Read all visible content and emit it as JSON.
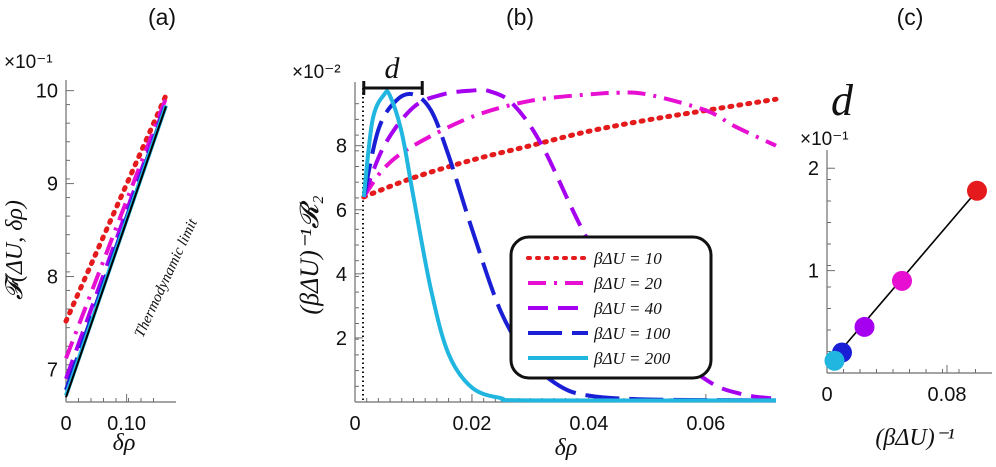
{
  "panels": {
    "a": "(a)",
    "b": "(b)",
    "c": "(c)"
  },
  "chart_data": [
    {
      "type": "line",
      "panel": "(a)",
      "exponent": "×10⁻¹",
      "xlabel": "δρ",
      "ylabel": "𝓕(ΔU, δρ)",
      "xlim": [
        0,
        0.165
      ],
      "ylim": [
        6.65,
        10.05
      ],
      "xticks": [
        {
          "v": 0,
          "label": "0"
        },
        {
          "v": 0.1,
          "label": "0.10"
        }
      ],
      "yticks": [
        {
          "v": 7,
          "label": "7"
        },
        {
          "v": 8,
          "label": "8"
        },
        {
          "v": 9,
          "label": "9"
        },
        {
          "v": 10,
          "label": "10"
        }
      ],
      "annotation": "Thermodynamic limit",
      "series": [
        {
          "name": "βΔU = 10",
          "color": "#e41a1c",
          "dash": "dot",
          "x": [
            0,
            0.165
          ],
          "y": [
            7.52,
            9.95
          ]
        },
        {
          "name": "βΔU = 20",
          "color": "#e60fd2",
          "dash": "dashdot",
          "x": [
            0,
            0.165
          ],
          "y": [
            7.12,
            9.92
          ]
        },
        {
          "name": "βΔU = 40",
          "color": "#a500f0",
          "dash": "dash",
          "x": [
            0,
            0.165
          ],
          "y": [
            6.9,
            9.88
          ]
        },
        {
          "name": "βΔU = 100",
          "color": "#1a1fd6",
          "dash": "longdash",
          "x": [
            0,
            0.165
          ],
          "y": [
            6.78,
            9.85
          ]
        },
        {
          "name": "βΔU = 200",
          "color": "#20b6e0",
          "dash": "solid",
          "x": [
            0,
            0.165
          ],
          "y": [
            6.72,
            9.84
          ]
        },
        {
          "name": "Thermodynamic limit",
          "color": "#000000",
          "dash": "solid",
          "x": [
            0,
            0.165
          ],
          "y": [
            6.7,
            9.83
          ]
        }
      ]
    },
    {
      "type": "line",
      "panel": "(b)",
      "exponent": "×10⁻²",
      "xlabel": "δρ",
      "ylabel": "(βΔU)⁻¹𝓡₂",
      "xlim": [
        0,
        0.072
      ],
      "ylim": [
        0,
        9.8
      ],
      "xticks": [
        {
          "v": 0,
          "label": "0"
        },
        {
          "v": 0.02,
          "label": "0.02"
        },
        {
          "v": 0.04,
          "label": "0.04"
        },
        {
          "v": 0.06,
          "label": "0.06"
        }
      ],
      "yticks": [
        {
          "v": 2,
          "label": "2"
        },
        {
          "v": 4,
          "label": "4"
        },
        {
          "v": 6,
          "label": "6"
        },
        {
          "v": 8,
          "label": "8"
        }
      ],
      "annotation": "d",
      "d_range": [
        0.0015,
        0.0115
      ],
      "legend": "center-right",
      "series": [
        {
          "name": "βΔU = 10",
          "color": "#e41a1c",
          "dash": "dot",
          "x": [
            0.0015,
            0.01,
            0.02,
            0.03,
            0.04,
            0.05,
            0.06,
            0.072
          ],
          "y": [
            6.4,
            7.0,
            7.55,
            8.0,
            8.45,
            8.8,
            9.1,
            9.45
          ]
        },
        {
          "name": "βΔU = 20",
          "color": "#e60fd2",
          "dash": "dashdot",
          "x": [
            0.0015,
            0.005,
            0.01,
            0.02,
            0.03,
            0.04,
            0.045,
            0.05,
            0.06,
            0.065,
            0.072
          ],
          "y": [
            6.4,
            7.3,
            8.0,
            8.9,
            9.4,
            9.6,
            9.65,
            9.6,
            9.1,
            8.6,
            8.0
          ]
        },
        {
          "name": "βΔU = 40",
          "color": "#a500f0",
          "dash": "dash",
          "x": [
            0.0015,
            0.005,
            0.01,
            0.015,
            0.02,
            0.023,
            0.027,
            0.032,
            0.04,
            0.05,
            0.06,
            0.066,
            0.072
          ],
          "y": [
            6.4,
            8.0,
            9.2,
            9.6,
            9.72,
            9.7,
            9.3,
            8.0,
            5.0,
            2.2,
            0.7,
            0.25,
            0.1
          ]
        },
        {
          "name": "βΔU = 100",
          "color": "#1a1fd6",
          "dash": "longdash",
          "x": [
            0.0015,
            0.004,
            0.007,
            0.01,
            0.013,
            0.016,
            0.02,
            0.025,
            0.03,
            0.035,
            0.04,
            0.05,
            0.072
          ],
          "y": [
            6.4,
            8.5,
            9.4,
            9.6,
            9.1,
            7.7,
            5.4,
            2.8,
            1.3,
            0.5,
            0.2,
            0.08,
            0.05
          ]
        },
        {
          "name": "βΔU = 200",
          "color": "#20b6e0",
          "dash": "solid",
          "x": [
            0.0015,
            0.003,
            0.005,
            0.006,
            0.008,
            0.01,
            0.013,
            0.016,
            0.02,
            0.025,
            0.03,
            0.072
          ],
          "y": [
            6.4,
            8.8,
            9.6,
            9.55,
            8.4,
            6.4,
            3.5,
            1.5,
            0.45,
            0.12,
            0.05,
            0.05
          ]
        }
      ]
    },
    {
      "type": "scatter",
      "panel": "(c)",
      "title": "d",
      "exponent": "×10⁻¹",
      "xlabel": "(βΔU)⁻¹",
      "xlim": [
        0,
        0.11
      ],
      "ylim": [
        0,
        2.1
      ],
      "xticks": [
        {
          "v": 0,
          "label": "0"
        },
        {
          "v": 0.08,
          "label": "0.08"
        }
      ],
      "yticks": [
        {
          "v": 1,
          "label": "1"
        },
        {
          "v": 2,
          "label": "2"
        }
      ],
      "fit": {
        "x": [
          0.005,
          0.1
        ],
        "y": [
          0.15,
          1.78
        ]
      },
      "points": [
        {
          "label": "βΔU = 10",
          "x": 0.1,
          "y": 1.78,
          "color": "#e41a1c"
        },
        {
          "label": "βΔU = 20",
          "x": 0.05,
          "y": 0.9,
          "color": "#e60fd2"
        },
        {
          "label": "βΔU = 40",
          "x": 0.025,
          "y": 0.45,
          "color": "#a500f0"
        },
        {
          "label": "βΔU = 100",
          "x": 0.01,
          "y": 0.2,
          "color": "#1a1fd6"
        },
        {
          "label": "βΔU = 200",
          "x": 0.005,
          "y": 0.12,
          "color": "#20b6e0"
        }
      ]
    }
  ]
}
